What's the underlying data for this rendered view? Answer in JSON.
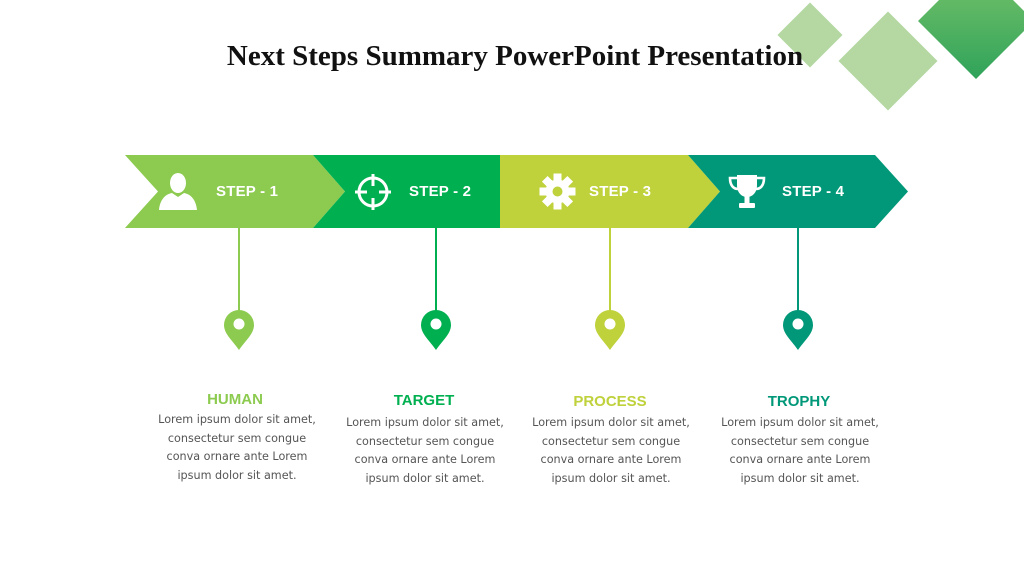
{
  "title": "Next Steps Summary PowerPoint Presentation",
  "colors": {
    "light_green": "#8CCB4F",
    "green": "#00B050",
    "lime": "#BFD13B",
    "teal": "#009878",
    "deco_light": "#B5D8A3",
    "deco_dark": "#3DAA5C",
    "text_gray": "#555555"
  },
  "steps": [
    {
      "label": "STEP - 1",
      "icon": "user-icon",
      "heading": "HUMAN",
      "text_lines": [
        "Lorem ipsum dolor sit amet,",
        "consectetur sem congue",
        "conva ornare ante Lorem",
        "ipsum dolor sit amet."
      ]
    },
    {
      "label": "STEP - 2",
      "icon": "crosshair-target-icon",
      "heading": "TARGET",
      "text_lines": [
        "Lorem ipsum dolor sit amet,",
        "consectetur sem congue",
        "conva ornare ante Lorem",
        "ipsum dolor sit amet."
      ]
    },
    {
      "label": "STEP - 3",
      "icon": "gear-icon",
      "heading": "PROCESS",
      "text_lines": [
        "Lorem ipsum dolor sit amet,",
        "consectetur sem congue",
        "conva ornare ante Lorem",
        "ipsum dolor sit amet."
      ]
    },
    {
      "label": "STEP - 4",
      "icon": "trophy-icon",
      "heading": "TROPHY",
      "text_lines": [
        "Lorem ipsum dolor sit amet,",
        "consectetur sem congue",
        "conva ornare ante Lorem",
        "ipsum dolor sit amet."
      ]
    }
  ]
}
